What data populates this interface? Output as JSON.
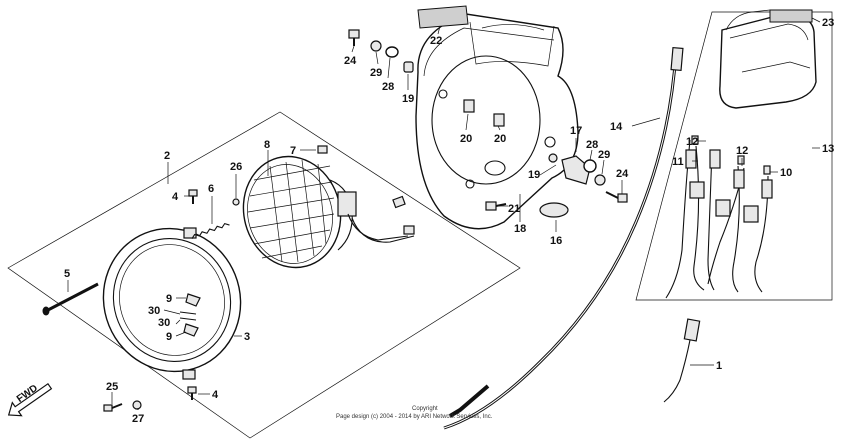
{
  "callouts": [
    "1",
    "2",
    "3",
    "4",
    "4",
    "5",
    "6",
    "7",
    "8",
    "9",
    "9",
    "10",
    "11",
    "12",
    "12",
    "13",
    "14",
    "16",
    "17",
    "18",
    "19",
    "19",
    "20",
    "20",
    "21",
    "22",
    "23",
    "24",
    "24",
    "25",
    "26",
    "27",
    "28",
    "28",
    "29",
    "29",
    "30",
    "30"
  ],
  "fwd_label": "FWD",
  "footer": {
    "line1": "Copyright",
    "line2": "Page design (c) 2004 - 2014 by ARI Network Services, Inc."
  }
}
